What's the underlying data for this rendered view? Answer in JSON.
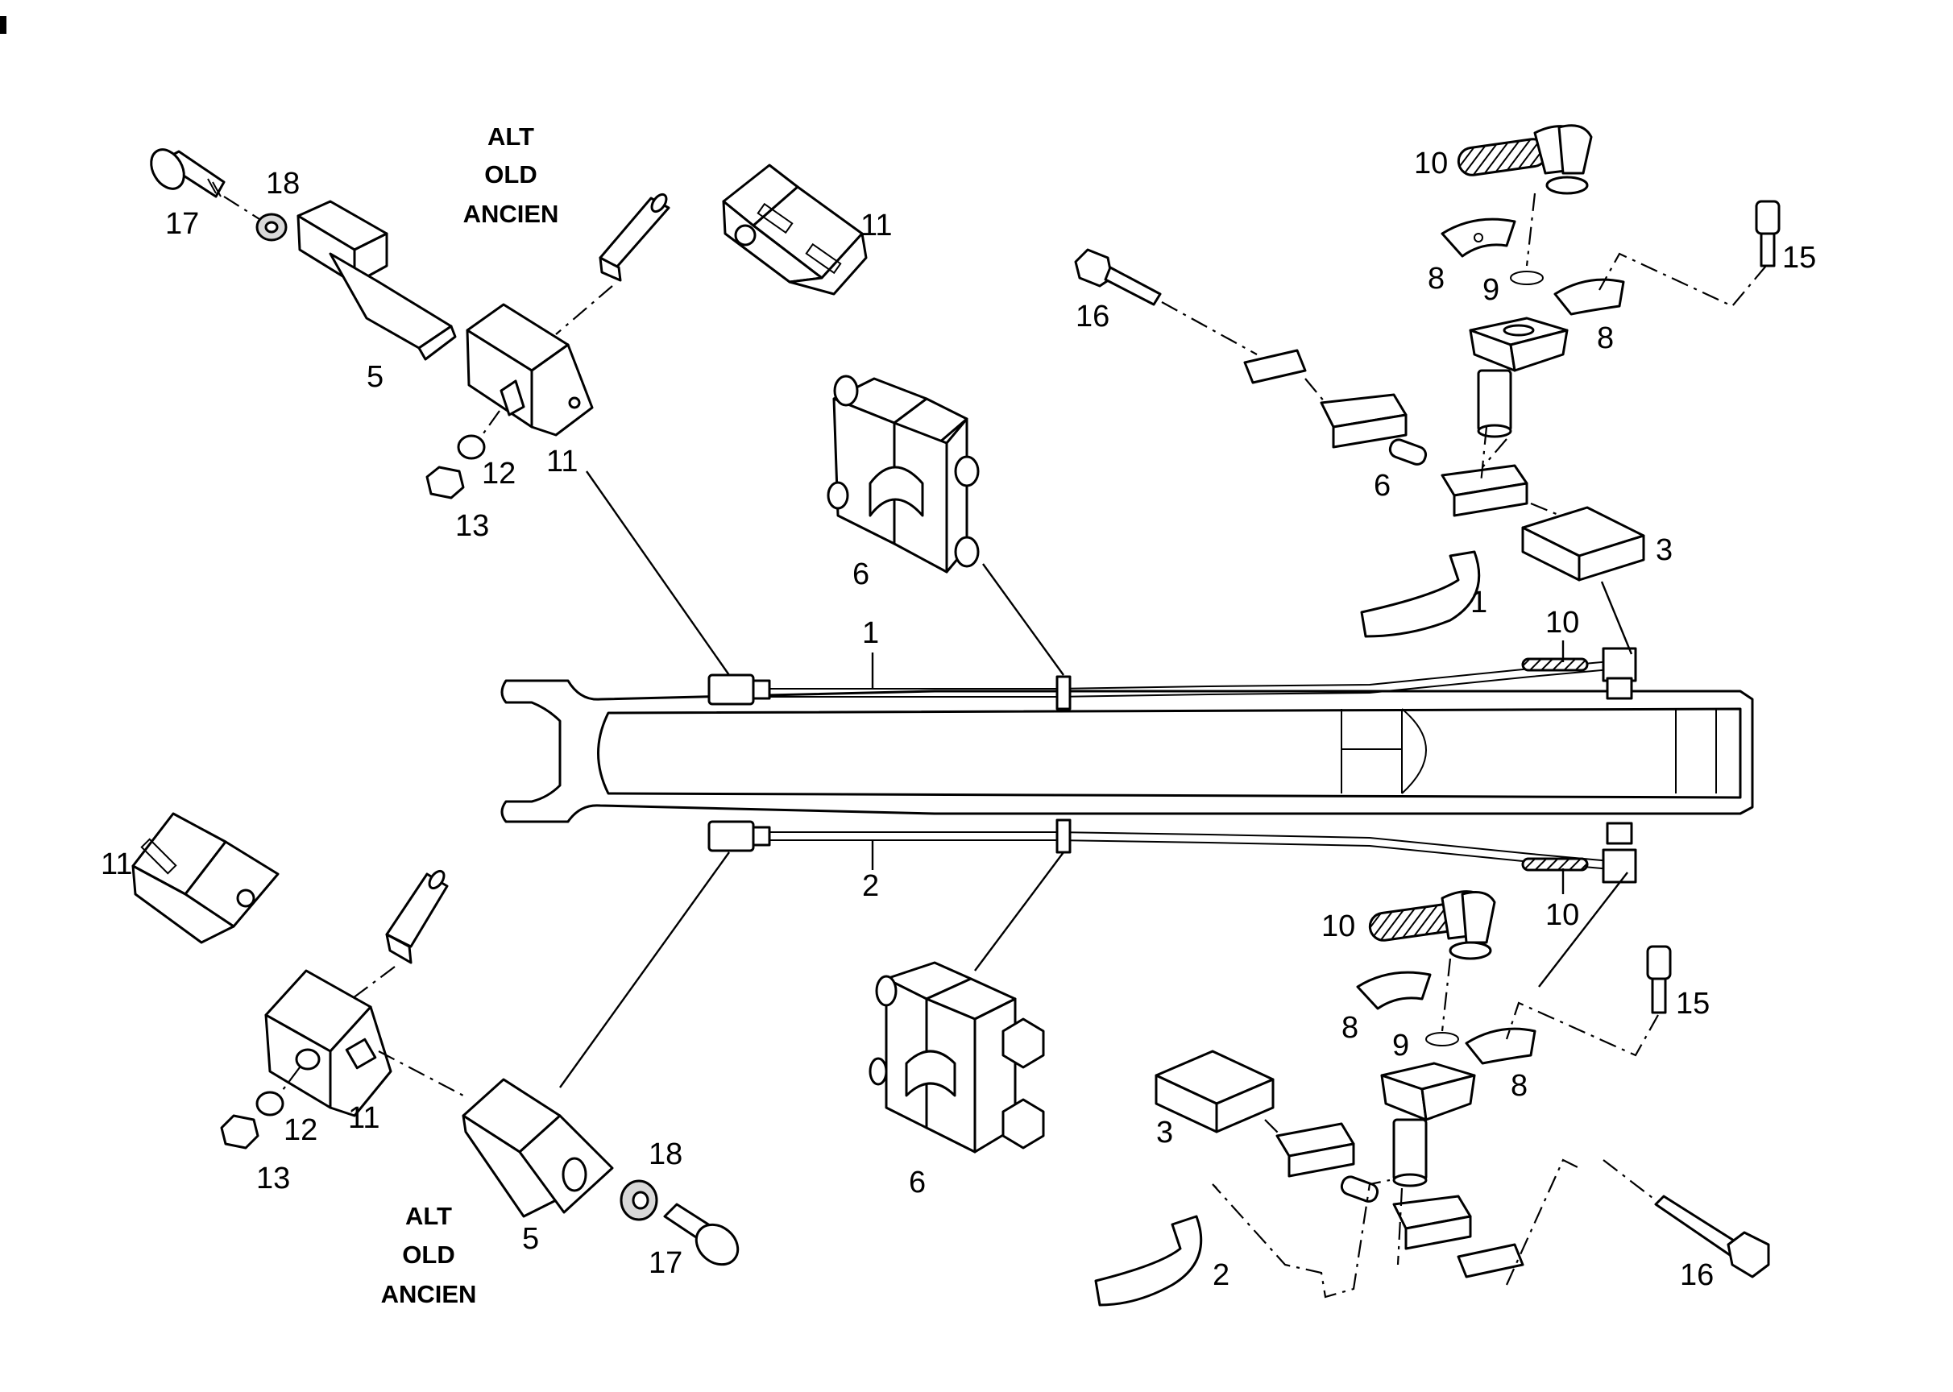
{
  "alt_note": {
    "top": {
      "line1": "ALT",
      "line2": "OLD",
      "line3": "ANCIEN"
    },
    "bottom": {
      "line1": "ALT",
      "line2": "OLD",
      "line3": "ANCIEN"
    }
  },
  "callouts": {
    "tl_17": "17",
    "tl_18": "18",
    "tl_5": "5",
    "tl_11": "11",
    "tl_12": "12",
    "tl_13": "13",
    "tc_11": "11",
    "tc_6": "6",
    "tr_10": "10",
    "tr_8a": "8",
    "tr_9": "9",
    "tr_8b": "8",
    "tr_15": "15",
    "tr_16": "16",
    "tr_6": "6",
    "tr_3": "3",
    "tr_1": "1",
    "arm_1": "1",
    "arm_10a": "10",
    "arm_2": "2",
    "arm_10b": "10",
    "bl_11": "11",
    "bl_12": "12",
    "bl_11b": "11",
    "bl_13": "13",
    "bl_5": "5",
    "bl_18": "18",
    "bl_17": "17",
    "bc_6": "6",
    "br_10": "10",
    "br_8a": "8",
    "br_9": "9",
    "br_8b": "8",
    "br_15": "15",
    "br_3": "3",
    "br_2": "2",
    "br_16": "16"
  }
}
